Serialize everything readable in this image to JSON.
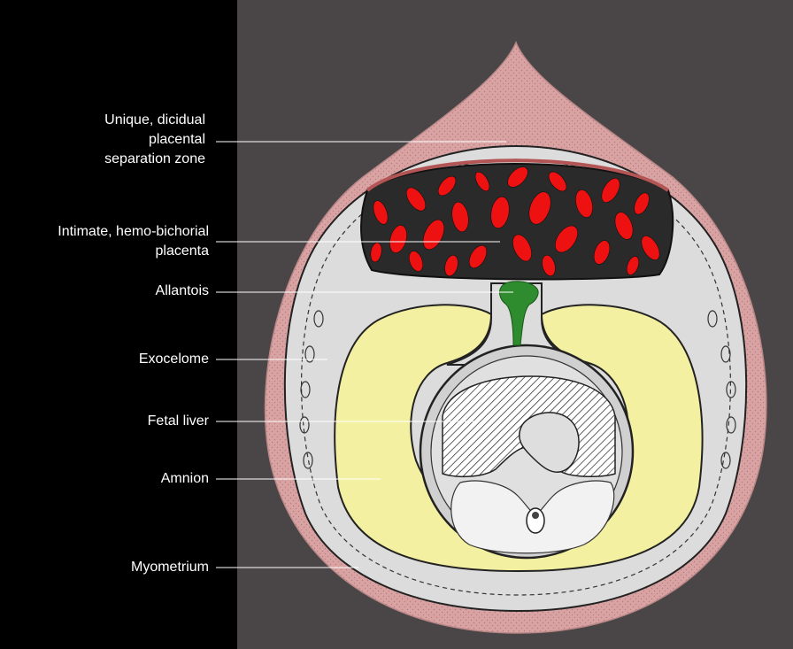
{
  "labels": {
    "separation_zone": "Unique, dicidual\nplacental\nseparation zone",
    "placenta": "Intimate, hemo-bichorial\nplacenta",
    "allantois": "Allantois",
    "exocelome": "Exocelome",
    "fetal_liver": "Fetal liver",
    "amnion": "Amnion",
    "myometrium": "Myometrium"
  },
  "colors": {
    "background_left": "#000000",
    "background_right": "#4a4546",
    "myometrium": "#d9a3a3",
    "placenta_red": "#ee1111",
    "allantois_green": "#2e8b2e",
    "amnion_yellow": "#f3f0a2",
    "exocelome_grey": "#dcdcdc",
    "label_text": "#ffffff"
  }
}
